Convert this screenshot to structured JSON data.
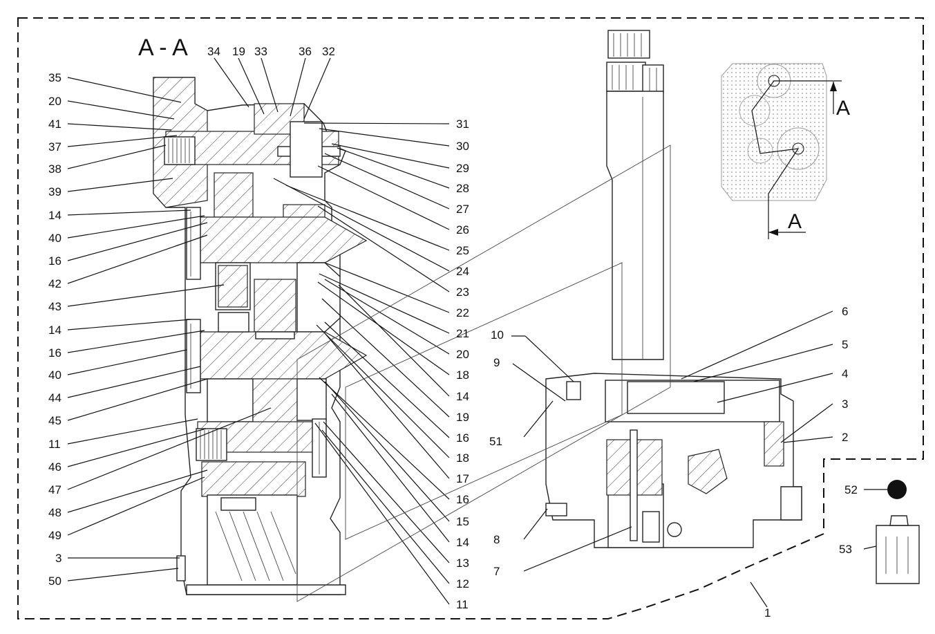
{
  "section_title": "A - A",
  "section_marks": [
    "A",
    "A"
  ],
  "callouts_top": [
    "34",
    "19",
    "33",
    "36",
    "32"
  ],
  "callouts_left": [
    "35",
    "20",
    "41",
    "37",
    "38",
    "39",
    "14",
    "40",
    "16",
    "42",
    "43",
    "14",
    "16",
    "40",
    "44",
    "45",
    "11",
    "46",
    "47",
    "48",
    "49",
    "3",
    "50"
  ],
  "callouts_right_col": [
    "31",
    "30",
    "29",
    "28",
    "27",
    "26",
    "25",
    "24",
    "23",
    "22",
    "21",
    "20",
    "18",
    "14",
    "19",
    "16",
    "18",
    "17",
    "16",
    "15",
    "14",
    "13",
    "12",
    "11"
  ],
  "callouts_assembly": [
    "10",
    "9",
    "51",
    "8",
    "7",
    "6",
    "5",
    "4",
    "3",
    "2",
    "1"
  ],
  "callouts_kit": [
    "52",
    "53"
  ]
}
